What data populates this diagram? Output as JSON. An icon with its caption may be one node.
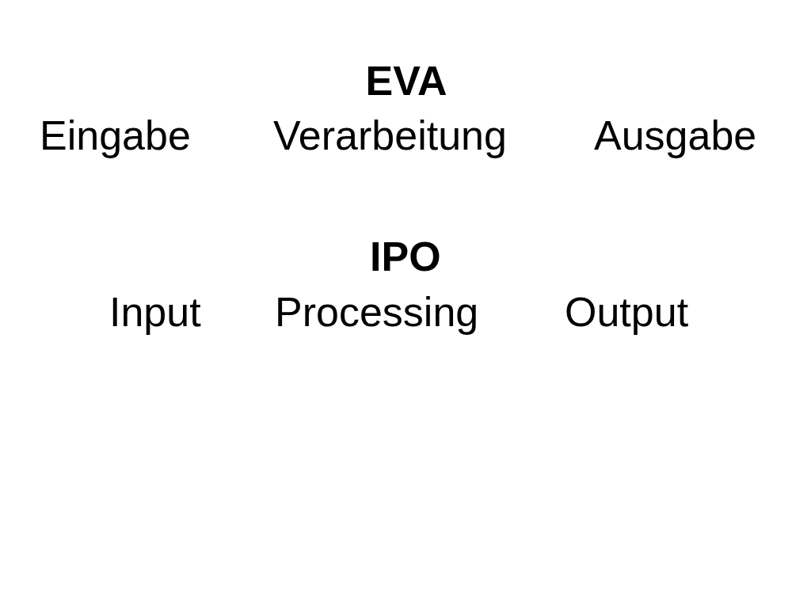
{
  "diagram": {
    "labels": [
      "EVA",
      "Eingabe",
      "Verarbeitung",
      "Ausgabe",
      "IPO",
      "Input",
      "Processing",
      "Output"
    ]
  }
}
